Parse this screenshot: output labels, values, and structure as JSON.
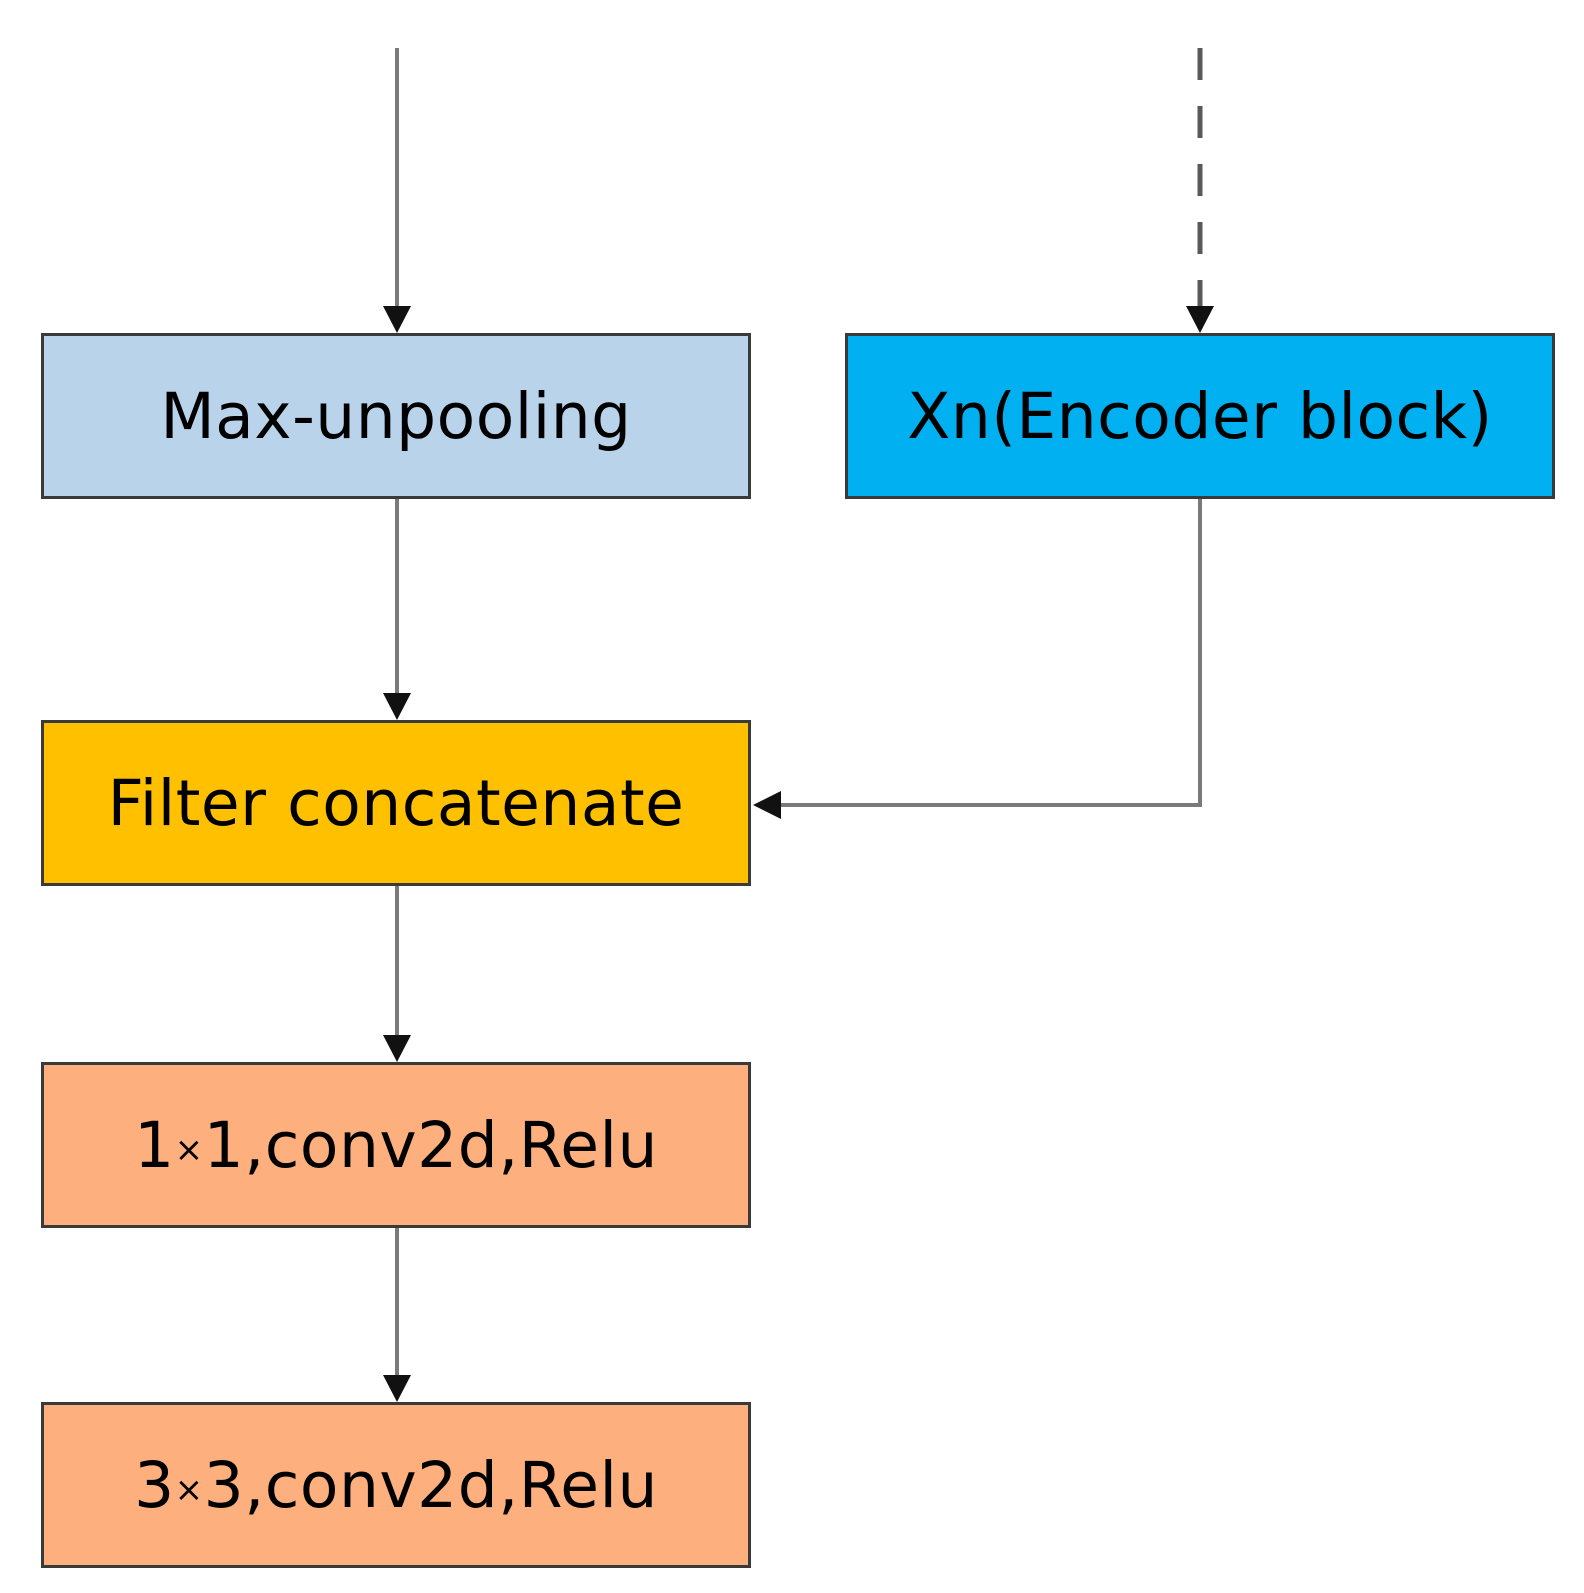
{
  "colors": {
    "max_unpooling_fill": "#b9d3ea",
    "encoder_fill": "#00b0f0",
    "filter_concat_fill": "#ffc000",
    "conv_fill": "#fdb07e",
    "arrow_stroke": "#7a7a7a",
    "arrowhead_fill": "#111111"
  },
  "nodes": {
    "max_unpooling": "Max-unpooling",
    "encoder_block": "Xn(Encoder block)",
    "filter_concatenate": "Filter concatenate",
    "conv1": {
      "size_a": "1",
      "times": "×",
      "size_b": "1",
      "rest": ",conv2d,Relu"
    },
    "conv3": {
      "size_a": "3",
      "times": "×",
      "size_b": "3",
      "rest": ",conv2d,Relu"
    }
  },
  "edges": [
    {
      "from": "input",
      "to": "max_unpooling",
      "style": "solid"
    },
    {
      "from": "skip-input",
      "to": "encoder_block",
      "style": "dashed"
    },
    {
      "from": "max_unpooling",
      "to": "filter_concatenate",
      "style": "solid"
    },
    {
      "from": "encoder_block",
      "to": "filter_concatenate",
      "style": "solid"
    },
    {
      "from": "filter_concatenate",
      "to": "conv1",
      "style": "solid"
    },
    {
      "from": "conv1",
      "to": "conv3",
      "style": "solid"
    }
  ]
}
